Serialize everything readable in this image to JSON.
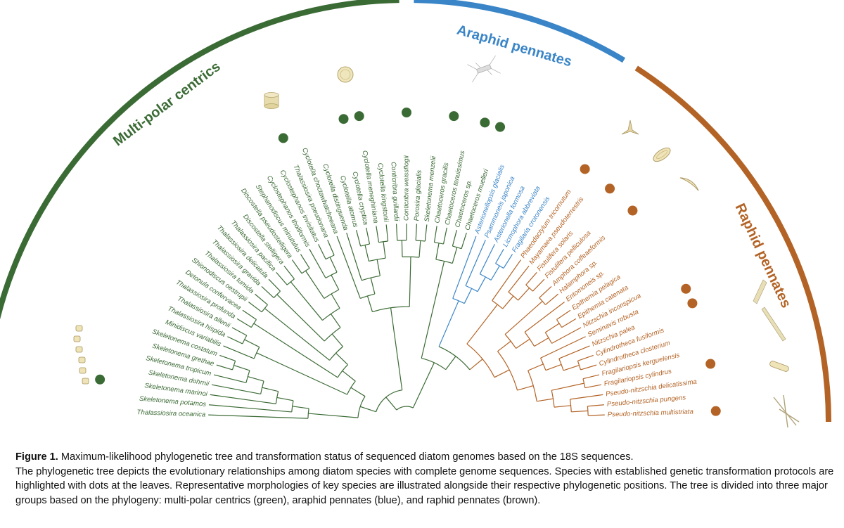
{
  "groups": [
    {
      "name": "Multi-polar centrics",
      "color": "#3b6b35"
    },
    {
      "name": "Araphid pennates",
      "color": "#3a85c7"
    },
    {
      "name": "Raphid pennates",
      "color": "#b36325"
    }
  ],
  "leaves": [
    {
      "name": "Thalassiosira oceanica",
      "group": 0,
      "dot": false
    },
    {
      "name": "Skeletonema potamos",
      "group": 0,
      "dot": false
    },
    {
      "name": "Skeletonema marinoi",
      "group": 0,
      "dot": true
    },
    {
      "name": "Skeletonema dohrnii",
      "group": 0,
      "dot": false
    },
    {
      "name": "Skeletonema tropicum",
      "group": 0,
      "dot": false
    },
    {
      "name": "Skeletonema grethae",
      "group": 0,
      "dot": false
    },
    {
      "name": "Skeletonema costatum",
      "group": 0,
      "dot": false
    },
    {
      "name": "Minidiscus variabilis",
      "group": 0,
      "dot": false
    },
    {
      "name": "Thalassiosira hispida",
      "group": 0,
      "dot": false
    },
    {
      "name": "Thalassiosira allenii",
      "group": 0,
      "dot": false
    },
    {
      "name": "Thalassiosira profunda",
      "group": 0,
      "dot": false
    },
    {
      "name": "Detonula confervacea",
      "group": 0,
      "dot": false
    },
    {
      "name": "Shionodiscus oestrupii",
      "group": 0,
      "dot": false
    },
    {
      "name": "Thalassiosira tumida",
      "group": 0,
      "dot": false
    },
    {
      "name": "Thalassiosira gravida",
      "group": 0,
      "dot": false
    },
    {
      "name": "Thalassiosira delicatula",
      "group": 0,
      "dot": false
    },
    {
      "name": "Thalassiosira pacifica",
      "group": 0,
      "dot": false
    },
    {
      "name": "Discostella stelligera",
      "group": 0,
      "dot": false
    },
    {
      "name": "Discostella pseudostelligera",
      "group": 0,
      "dot": false
    },
    {
      "name": "Stephanodiscus minutulus",
      "group": 0,
      "dot": false
    },
    {
      "name": "Cyclostephanos tholiformis",
      "group": 0,
      "dot": false
    },
    {
      "name": "Cyclostephanos invisitatus",
      "group": 0,
      "dot": false
    },
    {
      "name": "Thalassiosira pseudonana",
      "group": 0,
      "dot": true
    },
    {
      "name": "Cyclotella choctawhatcheeana",
      "group": 0,
      "dot": false
    },
    {
      "name": "Cyclotella distinguenda",
      "group": 0,
      "dot": false
    },
    {
      "name": "Cyclotella atomus",
      "group": 0,
      "dot": false
    },
    {
      "name": "Cyclotella cryptica",
      "group": 0,
      "dot": true
    },
    {
      "name": "Cyclotella meneghiniana",
      "group": 0,
      "dot": true
    },
    {
      "name": "Cyclotella kingstonii",
      "group": 0,
      "dot": false
    },
    {
      "name": "Conticribra guillardii",
      "group": 0,
      "dot": false
    },
    {
      "name": "Conticribra weissflogii",
      "group": 0,
      "dot": true
    },
    {
      "name": "Porosira glacialis",
      "group": 0,
      "dot": false
    },
    {
      "name": "Skeletonema menzelii",
      "group": 0,
      "dot": false
    },
    {
      "name": "Chaetoceros gracilis",
      "group": 0,
      "dot": true
    },
    {
      "name": "Chaetoceros tenuissimus",
      "group": 0,
      "dot": false
    },
    {
      "name": "Chaetoceros sp.",
      "group": 0,
      "dot": true
    },
    {
      "name": "Chaetoceros muelleri",
      "group": 0,
      "dot": true
    },
    {
      "name": "Asterionellopsis glacialis",
      "group": 1,
      "dot": false
    },
    {
      "name": "Psammoneis japonica",
      "group": 1,
      "dot": false
    },
    {
      "name": "Asterionella formosa",
      "group": 1,
      "dot": false
    },
    {
      "name": "Licmophora abbreviata",
      "group": 1,
      "dot": false
    },
    {
      "name": "Fragilaria crotonensis",
      "group": 1,
      "dot": false
    },
    {
      "name": "Phaeodactylum tricornutum",
      "group": 2,
      "dot": true
    },
    {
      "name": "Mayamaea pseudoterrestris",
      "group": 2,
      "dot": false
    },
    {
      "name": "Fistulifera solaris",
      "group": 2,
      "dot": true
    },
    {
      "name": "Fistulifera pelliculosa",
      "group": 2,
      "dot": false
    },
    {
      "name": "Amphora coffeaeformis",
      "group": 2,
      "dot": true
    },
    {
      "name": "Halamphora sp.",
      "group": 2,
      "dot": false
    },
    {
      "name": "Entomoneis sp.",
      "group": 2,
      "dot": false
    },
    {
      "name": "Epithemia pelagica",
      "group": 2,
      "dot": false
    },
    {
      "name": "Epithemia catenata",
      "group": 2,
      "dot": false
    },
    {
      "name": "Nitzschia inconspicua",
      "group": 2,
      "dot": false
    },
    {
      "name": "Seminavis robusta",
      "group": 2,
      "dot": true
    },
    {
      "name": "Nitzschia palea",
      "group": 2,
      "dot": true
    },
    {
      "name": "Cylindrotheca fusiformis",
      "group": 2,
      "dot": false
    },
    {
      "name": "Cylindrotheca closterium",
      "group": 2,
      "dot": false
    },
    {
      "name": "Fragilariopsis kerguelensis",
      "group": 2,
      "dot": false
    },
    {
      "name": "Fragilariopsis cylindrus",
      "group": 2,
      "dot": true
    },
    {
      "name": "Pseudo-nitzschia delicatissima",
      "group": 2,
      "dot": false
    },
    {
      "name": "Pseudo-nitzschia pungens",
      "group": 2,
      "dot": false
    },
    {
      "name": "Pseudo-nitzschia multistriata",
      "group": 2,
      "dot": true
    }
  ],
  "caption": {
    "label": "Figure 1.",
    "title": "Maximum-likelihood phylogenetic tree and transformation status of sequenced diatom genomes based on the 18S sequences.",
    "body": "The phylogenetic tree depicts the evolutionary relationships among diatom species with complete genome sequences. Species with established genetic transformation protocols are highlighted with dots at the leaves. Representative morphologies of key species are illustrated alongside their respective phylogenetic positions. The tree is divided into three major groups based on the phylogeny: multi-polar centrics (green), araphid pennates (blue), and raphid pennates (brown)."
  }
}
